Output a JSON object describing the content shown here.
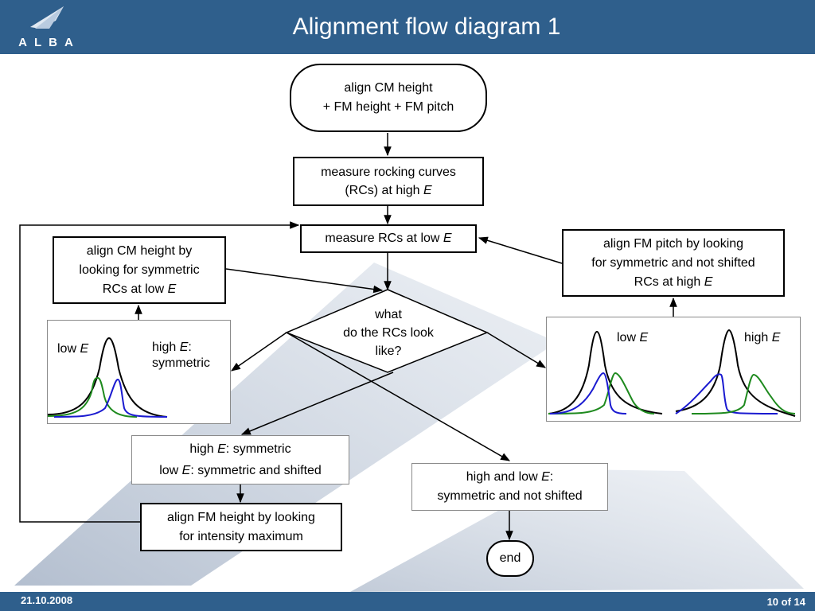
{
  "header": {
    "logo_text": "ALBA",
    "title": "Alignment flow diagram 1"
  },
  "footer": {
    "date": "21.10.2008",
    "page": "10 of 14"
  },
  "flow": {
    "start": {
      "line1": "align CM height",
      "line2": "+ FM height + FM pitch"
    },
    "measure_high": {
      "line1": "measure rocking curves",
      "line2_prefix": "(RCs) at high ",
      "line2_var": "E"
    },
    "measure_low": {
      "prefix": "measure RCs at low ",
      "var": "E"
    },
    "decision": {
      "line1": "what",
      "line2": "do the RCs look",
      "line3": "like?"
    },
    "align_cm": {
      "line1": "align CM height by",
      "line2": "looking for symmetric",
      "line3_prefix": "RCs at low ",
      "line3_var": "E"
    },
    "align_fm_pitch": {
      "line1": "align FM pitch by looking",
      "line2": "for symmetric and not shifted",
      "line3_prefix": "RCs at high ",
      "line3_var": "E"
    },
    "case_shifted": {
      "line1_prefix": "high ",
      "line1_var": "E",
      "line1_suffix": ": symmetric",
      "line2_prefix": "low ",
      "line2_var": "E",
      "line2_suffix": ": symmetric and shifted"
    },
    "case_ok": {
      "line1_prefix": "high and low ",
      "line1_var": "E",
      "line1_suffix": ":",
      "line2": "symmetric and not shifted"
    },
    "align_fm_height": {
      "line1": "align FM height by looking",
      "line2": "for intensity maximum"
    },
    "end": {
      "label": "end"
    }
  },
  "plots": {
    "left": {
      "low_prefix": "low ",
      "low_var": "E",
      "high_prefix": "high ",
      "high_var": "E",
      "high_suffix": ":",
      "high_line2": "symmetric"
    },
    "right": {
      "low_prefix": "low ",
      "low_var": "E",
      "high_prefix": "high ",
      "high_var": "E"
    }
  },
  "colors": {
    "header_bg": "#2f5f8c",
    "curve_black": "#000000",
    "curve_green": "#1e8a1e",
    "curve_blue": "#1a1ad0"
  }
}
